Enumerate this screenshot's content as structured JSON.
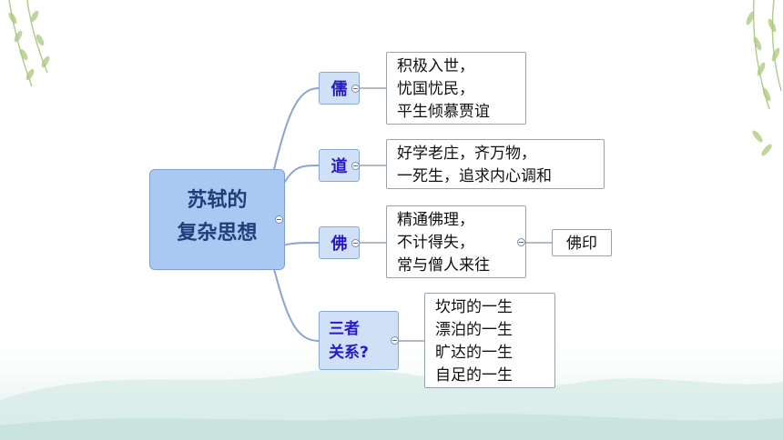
{
  "root": {
    "line1": "苏轼的",
    "line2": "复杂思想"
  },
  "branches": [
    {
      "label": "儒",
      "leaf": [
        "积极入世，",
        "忧国忧民，",
        "平生倾慕贾谊"
      ]
    },
    {
      "label": "道",
      "leaf": [
        "好学老庄，齐万物，",
        "一死生，追求内心调和"
      ]
    },
    {
      "label": "佛",
      "leaf": [
        "精通佛理，",
        "不计得失，",
        "常与僧人来往"
      ],
      "sub_leaf": "佛印"
    },
    {
      "label_lines": [
        "三者",
        "关系?"
      ],
      "leaf": [
        "坎坷的一生",
        "漂泊的一生",
        "旷达的一生",
        "自足的一生"
      ]
    }
  ],
  "colors": {
    "root_fill": "#a9c8f2",
    "branch_fill": "#cfe0f7",
    "branch_text": "#2a18c8",
    "connector": "#8aa5cf"
  }
}
